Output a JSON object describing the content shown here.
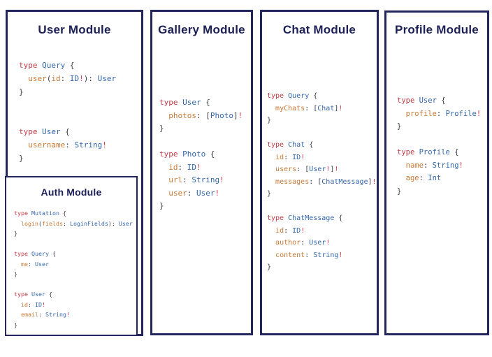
{
  "page": {
    "background": "#ffffff",
    "border_color": "#23265c",
    "heading_color": "#1c2057"
  },
  "syntax_colors": {
    "keyword": "#c13b47",
    "type_name": "#3367ac",
    "field": "#c87a36",
    "bang": "#d23f4e",
    "punctuation": "#3d4149"
  },
  "modules": {
    "user": {
      "title": "User Module",
      "code": [
        [
          [
            "k",
            "type "
          ],
          [
            "t",
            "Query "
          ],
          [
            "p",
            "{"
          ]
        ],
        [
          [
            "p",
            "  "
          ],
          [
            "f",
            "user"
          ],
          [
            "p",
            "("
          ],
          [
            "f",
            "id"
          ],
          [
            "p",
            ": "
          ],
          [
            "t",
            "ID"
          ],
          [
            "b",
            "!"
          ],
          [
            "p",
            "): "
          ],
          [
            "t",
            "User"
          ]
        ],
        [
          [
            "p",
            "}"
          ]
        ],
        [],
        [],
        [
          [
            "k",
            "type "
          ],
          [
            "t",
            "User "
          ],
          [
            "p",
            "{"
          ]
        ],
        [
          [
            "p",
            "  "
          ],
          [
            "f",
            "username"
          ],
          [
            "p",
            ": "
          ],
          [
            "t",
            "String"
          ],
          [
            "b",
            "!"
          ]
        ],
        [
          [
            "p",
            "}"
          ]
        ]
      ]
    },
    "auth": {
      "title": "Auth Module",
      "code": [
        [
          [
            "k",
            "type "
          ],
          [
            "t",
            "Mutation "
          ],
          [
            "p",
            "{"
          ]
        ],
        [
          [
            "p",
            "  "
          ],
          [
            "f",
            "login"
          ],
          [
            "p",
            "("
          ],
          [
            "f",
            "fields"
          ],
          [
            "p",
            ": "
          ],
          [
            "t",
            "LoginFields"
          ],
          [
            "p",
            "): "
          ],
          [
            "t",
            "User"
          ]
        ],
        [
          [
            "p",
            "}"
          ]
        ],
        [],
        [
          [
            "k",
            "type "
          ],
          [
            "t",
            "Query "
          ],
          [
            "p",
            "{"
          ]
        ],
        [
          [
            "p",
            "  "
          ],
          [
            "f",
            "me"
          ],
          [
            "p",
            ": "
          ],
          [
            "t",
            "User"
          ]
        ],
        [
          [
            "p",
            "}"
          ]
        ],
        [],
        [
          [
            "k",
            "type "
          ],
          [
            "t",
            "User "
          ],
          [
            "p",
            "{"
          ]
        ],
        [
          [
            "p",
            "  "
          ],
          [
            "f",
            "id"
          ],
          [
            "p",
            ": "
          ],
          [
            "t",
            "ID"
          ],
          [
            "b",
            "!"
          ]
        ],
        [
          [
            "p",
            "  "
          ],
          [
            "f",
            "email"
          ],
          [
            "p",
            ": "
          ],
          [
            "t",
            "String"
          ],
          [
            "b",
            "!"
          ]
        ],
        [
          [
            "p",
            "}"
          ]
        ]
      ]
    },
    "gallery": {
      "title": "Gallery Module",
      "code": [
        [
          [
            "k",
            "type "
          ],
          [
            "t",
            "User "
          ],
          [
            "p",
            "{"
          ]
        ],
        [
          [
            "p",
            "  "
          ],
          [
            "f",
            "photos"
          ],
          [
            "p",
            ": ["
          ],
          [
            "t",
            "Photo"
          ],
          [
            "p",
            "]"
          ],
          [
            "b",
            "!"
          ]
        ],
        [
          [
            "p",
            "}"
          ]
        ],
        [],
        [
          [
            "k",
            "type "
          ],
          [
            "t",
            "Photo "
          ],
          [
            "p",
            "{"
          ]
        ],
        [
          [
            "p",
            "  "
          ],
          [
            "f",
            "id"
          ],
          [
            "p",
            ": "
          ],
          [
            "t",
            "ID"
          ],
          [
            "b",
            "!"
          ]
        ],
        [
          [
            "p",
            "  "
          ],
          [
            "f",
            "url"
          ],
          [
            "p",
            ": "
          ],
          [
            "t",
            "String"
          ],
          [
            "b",
            "!"
          ]
        ],
        [
          [
            "p",
            "  "
          ],
          [
            "f",
            "user"
          ],
          [
            "p",
            ": "
          ],
          [
            "t",
            "User"
          ],
          [
            "b",
            "!"
          ]
        ],
        [
          [
            "p",
            "}"
          ]
        ]
      ]
    },
    "chat": {
      "title": "Chat Module",
      "code": [
        [
          [
            "k",
            "type "
          ],
          [
            "t",
            "Query "
          ],
          [
            "p",
            "{"
          ]
        ],
        [
          [
            "p",
            "  "
          ],
          [
            "f",
            "myChats"
          ],
          [
            "p",
            ": ["
          ],
          [
            "t",
            "Chat"
          ],
          [
            "p",
            "]"
          ],
          [
            "b",
            "!"
          ]
        ],
        [
          [
            "p",
            "}"
          ]
        ],
        [],
        [
          [
            "k",
            "type "
          ],
          [
            "t",
            "Chat "
          ],
          [
            "p",
            "{"
          ]
        ],
        [
          [
            "p",
            "  "
          ],
          [
            "f",
            "id"
          ],
          [
            "p",
            ": "
          ],
          [
            "t",
            "ID"
          ],
          [
            "b",
            "!"
          ]
        ],
        [
          [
            "p",
            "  "
          ],
          [
            "f",
            "users"
          ],
          [
            "p",
            ": ["
          ],
          [
            "t",
            "User"
          ],
          [
            "b",
            "!"
          ],
          [
            "p",
            "]"
          ],
          [
            "b",
            "!"
          ]
        ],
        [
          [
            "p",
            "  "
          ],
          [
            "f",
            "messages"
          ],
          [
            "p",
            ": ["
          ],
          [
            "t",
            "ChatMessage"
          ],
          [
            "p",
            "]"
          ],
          [
            "b",
            "!"
          ]
        ],
        [
          [
            "p",
            "}"
          ]
        ],
        [],
        [
          [
            "k",
            "type "
          ],
          [
            "t",
            "ChatMessage "
          ],
          [
            "p",
            "{"
          ]
        ],
        [
          [
            "p",
            "  "
          ],
          [
            "f",
            "id"
          ],
          [
            "p",
            ": "
          ],
          [
            "t",
            "ID"
          ],
          [
            "b",
            "!"
          ]
        ],
        [
          [
            "p",
            "  "
          ],
          [
            "f",
            "author"
          ],
          [
            "p",
            ": "
          ],
          [
            "t",
            "User"
          ],
          [
            "b",
            "!"
          ]
        ],
        [
          [
            "p",
            "  "
          ],
          [
            "f",
            "content"
          ],
          [
            "p",
            ": "
          ],
          [
            "t",
            "String"
          ],
          [
            "b",
            "!"
          ]
        ],
        [
          [
            "p",
            "}"
          ]
        ]
      ]
    },
    "profile": {
      "title": "Profile Module",
      "code": [
        [
          [
            "k",
            "type "
          ],
          [
            "t",
            "User "
          ],
          [
            "p",
            "{"
          ]
        ],
        [
          [
            "p",
            "  "
          ],
          [
            "f",
            "profile"
          ],
          [
            "p",
            ": "
          ],
          [
            "t",
            "Profile"
          ],
          [
            "b",
            "!"
          ]
        ],
        [
          [
            "p",
            "}"
          ]
        ],
        [],
        [
          [
            "k",
            "type "
          ],
          [
            "t",
            "Profile "
          ],
          [
            "p",
            "{"
          ]
        ],
        [
          [
            "p",
            "  "
          ],
          [
            "f",
            "name"
          ],
          [
            "p",
            ": "
          ],
          [
            "t",
            "String"
          ],
          [
            "b",
            "!"
          ]
        ],
        [
          [
            "p",
            "  "
          ],
          [
            "f",
            "age"
          ],
          [
            "p",
            ": "
          ],
          [
            "t",
            "Int"
          ]
        ],
        [
          [
            "p",
            "}"
          ]
        ]
      ]
    }
  }
}
